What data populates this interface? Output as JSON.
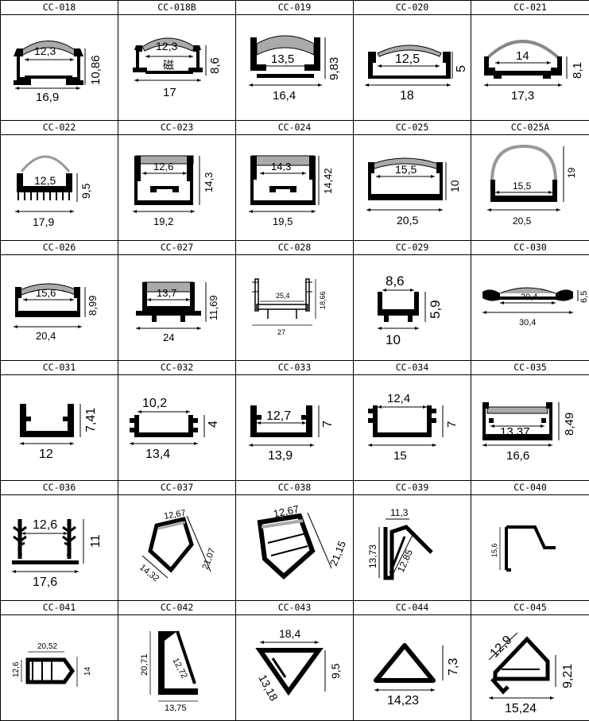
{
  "items": [
    {
      "code": "CC-018",
      "w": "16,9",
      "h": "10,86",
      "inner": "12,3"
    },
    {
      "code": "CC-018B",
      "w": "17",
      "h": "8,6",
      "inner": "12,3",
      "note": "磁"
    },
    {
      "code": "CC-019",
      "w": "16,4",
      "h": "9,83",
      "inner": "13,5"
    },
    {
      "code": "CC-020",
      "w": "18",
      "h": "5",
      "inner": "12,5"
    },
    {
      "code": "CC-021",
      "w": "17,3",
      "h": "8,1",
      "inner": "14"
    },
    {
      "code": "CC-022",
      "w": "17,9",
      "h": "9,5",
      "inner": "12,5"
    },
    {
      "code": "CC-023",
      "w": "19,2",
      "h": "14,3",
      "inner": "12,6"
    },
    {
      "code": "CC-024",
      "w": "19,5",
      "h": "14,42",
      "inner": "14,3"
    },
    {
      "code": "CC-025",
      "w": "20,5",
      "h": "10",
      "inner": "15,5"
    },
    {
      "code": "CC-025A",
      "w": "20,5",
      "h": "19",
      "inner": "15,5"
    },
    {
      "code": "CC-026",
      "w": "20,4",
      "h": "8,99",
      "inner": "15,6"
    },
    {
      "code": "CC-027",
      "w": "24",
      "h": "11,69",
      "inner": "13,7"
    },
    {
      "code": "CC-028",
      "w": "27",
      "h": "18,66",
      "inner": "25,4"
    },
    {
      "code": "CC-029",
      "w": "10",
      "h": "5,9",
      "inner": "8,6"
    },
    {
      "code": "CC-030",
      "w": "30,4",
      "h": "6,5",
      "inner": "20,4"
    },
    {
      "code": "CC-031",
      "w": "12",
      "h": "7,41"
    },
    {
      "code": "CC-032",
      "w": "13,4",
      "h": "4",
      "inner": "10,2"
    },
    {
      "code": "CC-033",
      "w": "13,9",
      "h": "7",
      "inner": "12,7"
    },
    {
      "code": "CC-034",
      "w": "15",
      "h": "7",
      "inner": "12,4"
    },
    {
      "code": "CC-035",
      "w": "16,6",
      "h": "8,49",
      "inner": "13,37"
    },
    {
      "code": "CC-036",
      "w": "17,6",
      "h": "11",
      "inner": "12,6"
    },
    {
      "code": "CC-037",
      "d1": "12,67",
      "d2": "21,07",
      "d3": "14,32"
    },
    {
      "code": "CC-038",
      "d1": "12,67",
      "d2": "21,15"
    },
    {
      "code": "CC-039",
      "d1": "11,3",
      "d2": "13,73",
      "d3": "12,85"
    },
    {
      "code": "CC-040",
      "d1": "15,6"
    },
    {
      "code": "CC-041",
      "d1": "20,52",
      "d2": "12,6",
      "d3": "14"
    },
    {
      "code": "CC-042",
      "d1": "20,71",
      "d2": "12,72",
      "d3": "13,75"
    },
    {
      "code": "CC-043",
      "d1": "18,4",
      "d2": "9,5",
      "d3": "13,18"
    },
    {
      "code": "CC-044",
      "w": "14,23",
      "h": "7,3"
    },
    {
      "code": "CC-045",
      "d1": "12,9",
      "d2": "9,21",
      "d3": "15,24"
    }
  ]
}
